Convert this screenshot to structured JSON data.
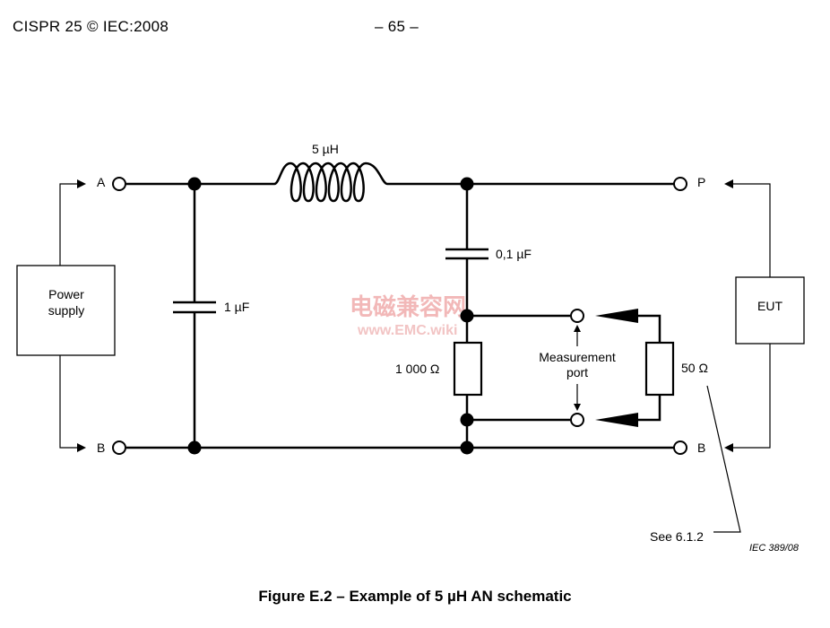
{
  "header": {
    "left": "CISPR 25 © IEC:2008",
    "center": "– 65 –"
  },
  "diagram": {
    "terminals": {
      "a_in": "A",
      "b_in": "B",
      "p_out": "P",
      "b_out": "B"
    },
    "boxes": {
      "power_supply_line1": "Power",
      "power_supply_line2": "supply",
      "eut": "EUT"
    },
    "components": {
      "inductor": "5 µH",
      "cap_1uf": "1 µF",
      "cap_01uf": "0,1 µF",
      "res_1000": "1 000 Ω",
      "res_50": "50 Ω"
    },
    "measurement_port_line1": "Measurement",
    "measurement_port_line2": "port",
    "see_ref": "See 6.1.2",
    "iec_ref": "IEC   389/08",
    "watermark_cn": "电磁兼容网",
    "watermark_url": "www.EMC.wiki"
  },
  "caption": "Figure E.2 – Example of 5 µH AN schematic"
}
